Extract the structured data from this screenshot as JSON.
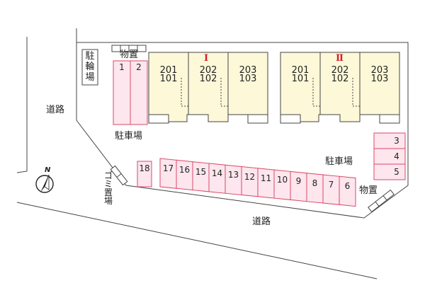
{
  "labels": {
    "bike_parking": "駐輪場",
    "storage_top": "物置",
    "storage_right": "物置",
    "parking_left": "駐車場",
    "parking_right": "駐車場",
    "road_left": "道路",
    "road_bottom": "道路",
    "garbage": "ゴミ置場",
    "north": "N"
  },
  "buildings": [
    {
      "roman": "Ⅰ",
      "units": [
        {
          "top": "201",
          "bottom": "101"
        },
        {
          "top": "202",
          "bottom": "102"
        },
        {
          "top": "203",
          "bottom": "103"
        }
      ]
    },
    {
      "roman": "Ⅱ",
      "units": [
        {
          "top": "201",
          "bottom": "101"
        },
        {
          "top": "202",
          "bottom": "102"
        },
        {
          "top": "203",
          "bottom": "103"
        }
      ]
    }
  ],
  "parking": {
    "left_pair": [
      "1",
      "2"
    ],
    "right_stack": [
      "3",
      "4",
      "5"
    ],
    "bottom_row": [
      "17",
      "16",
      "15",
      "14",
      "13",
      "12",
      "11",
      "10",
      "9",
      "8",
      "7",
      "6"
    ],
    "single": "18"
  },
  "colors": {
    "building_fill": "#fdf8d8",
    "parking_stroke": "#d84a6a",
    "parking_fill": "#fde6ee",
    "line": "#444444"
  }
}
